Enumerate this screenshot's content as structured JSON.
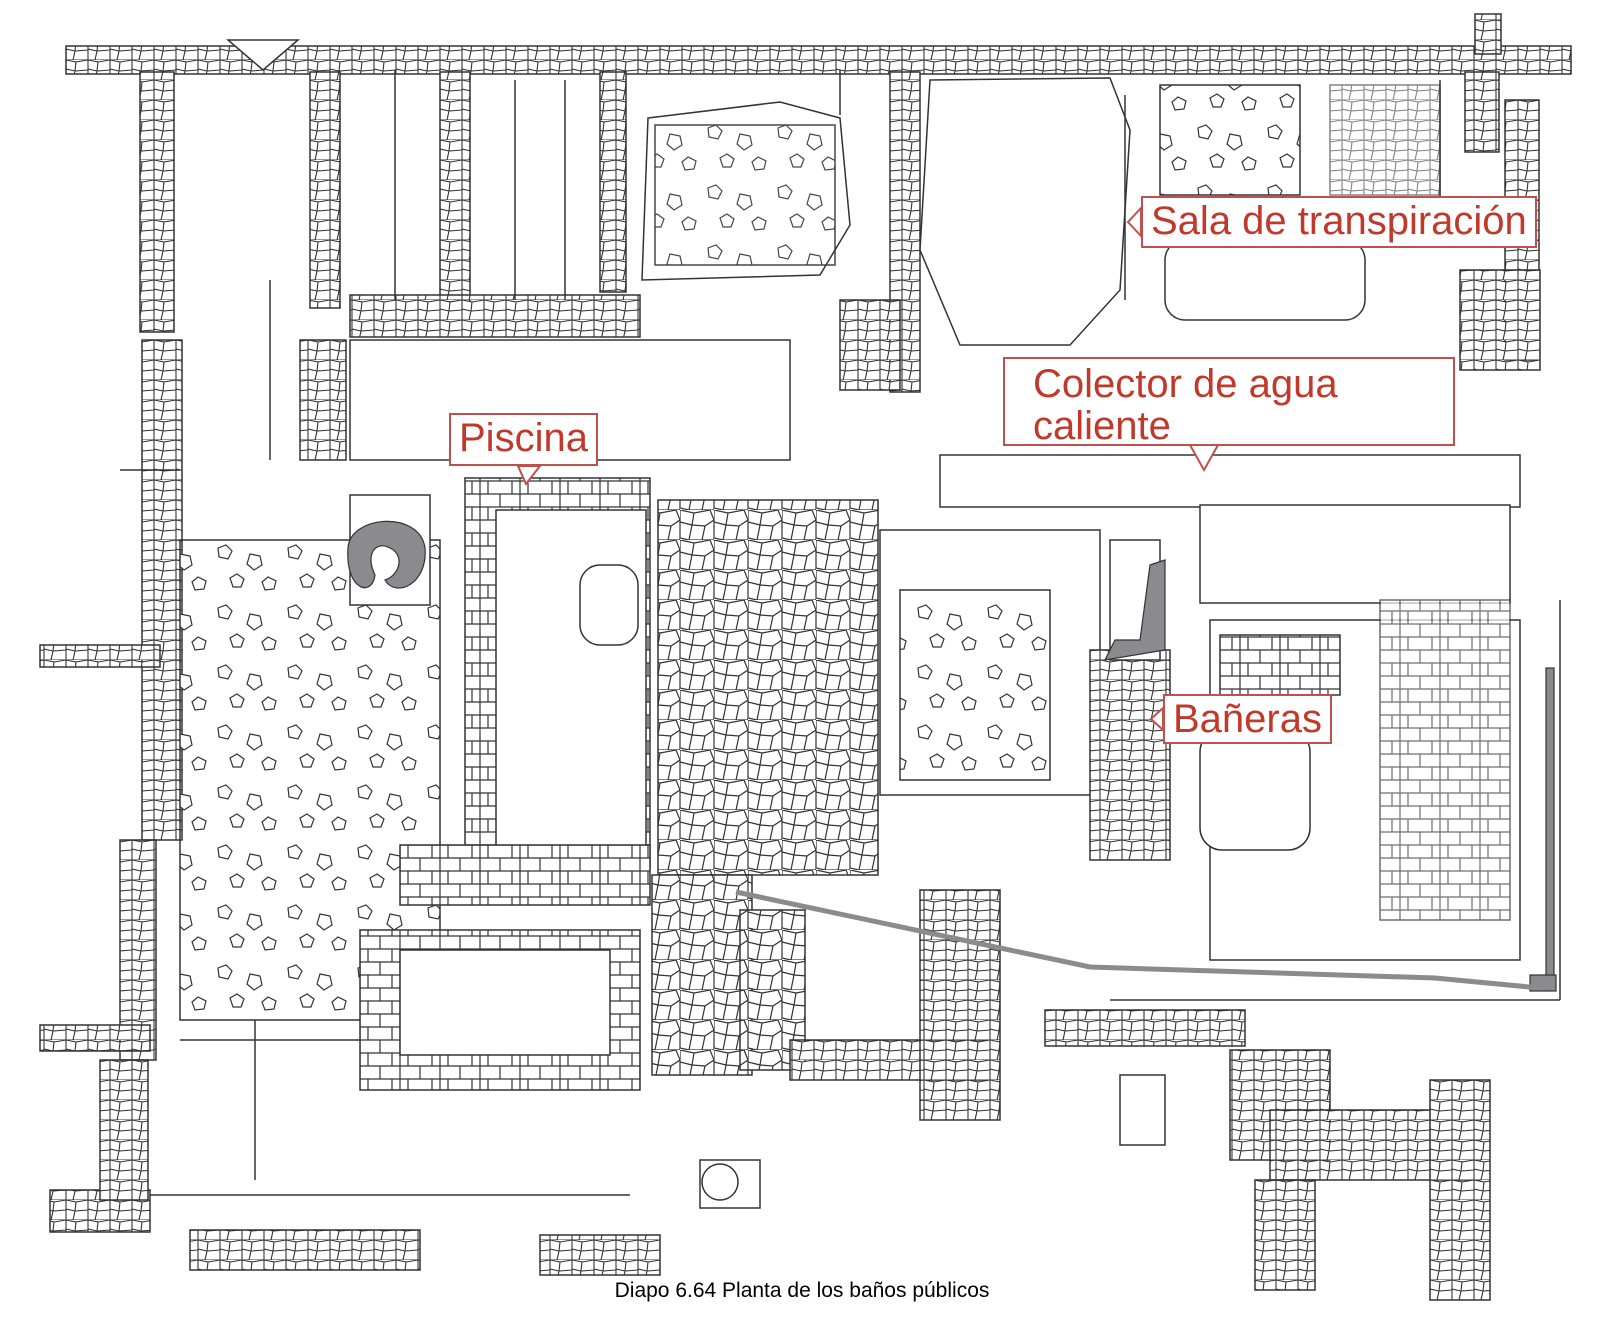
{
  "figure": {
    "labels": {
      "sala": "Sala de transpiración",
      "colector": "Colector de agua caliente",
      "piscina": "Piscina",
      "baneras": "Bañeras"
    },
    "caption": "Diapo 6.64 Planta de los baños públicos",
    "colors": {
      "label_text": "#c0392b",
      "label_border": "#c0504d",
      "line": "#333333",
      "fill_gray": "#8a8a8f"
    }
  }
}
